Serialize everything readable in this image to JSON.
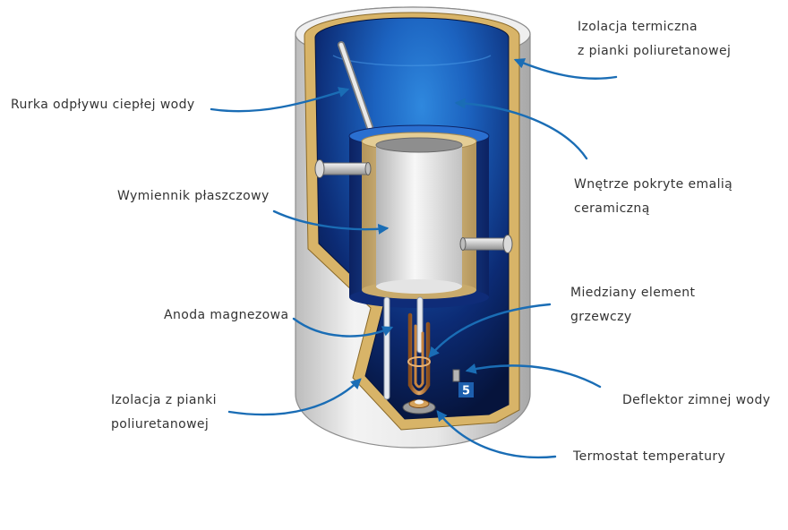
{
  "labels": {
    "insulation_top": [
      "Izolacja termiczna",
      "z pianki poliuretanowej"
    ],
    "hot_water_pipe": "Rurka odpływu ciepłej wody",
    "enamel_interior": [
      "Wnętrze pokryte emalią",
      "ceramiczną"
    ],
    "heat_exchanger": "Wymiennik płaszczowy",
    "copper_element": [
      "Miedziany element",
      "grzewczy"
    ],
    "magnesium_anode": "Anoda magnezowa",
    "insulation_bottom": [
      "Izolacja z pianki",
      "poliuretanowej"
    ],
    "cold_water_deflector": "Deflektor zimnej wody",
    "thermostat": "Termostat temperatury"
  },
  "badge": "5",
  "colors": {
    "arrow": "#1a6db5",
    "text": "#333333",
    "insulation": "#d8b468",
    "interior": "#1c63c0",
    "shell": "#ececec",
    "badge": "#1d5fae"
  }
}
